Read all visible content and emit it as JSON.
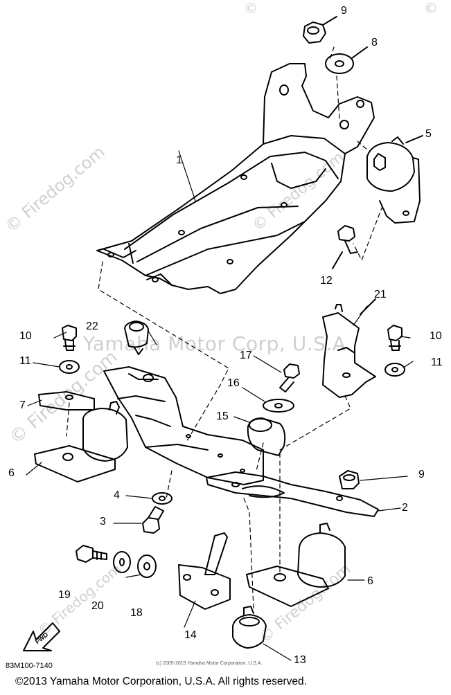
{
  "diagram": {
    "callouts": [
      "9",
      "8",
      "5",
      "1",
      "12",
      "21",
      "10",
      "22",
      "11",
      "17",
      "7",
      "16",
      "15",
      "6",
      "9",
      "4",
      "2",
      "3",
      "19",
      "20",
      "18",
      "14",
      "6",
      "13",
      "10",
      "11"
    ],
    "front_label": "FWD",
    "part_code": "83M100-7140",
    "small_copyright": "(c) 2005-2015 Yamaha Motor Corporation, U.S.A.",
    "footer": "©2013 Yamaha Motor Corporation, U.S.A. All rights reserved.",
    "watermarks": {
      "corp": "Yamaha Motor Corp, U.S.A.",
      "firedog": "© Firedog.com",
      "copyright_mark": "©"
    },
    "colors": {
      "line": "#000000",
      "watermark": "#cfcfcf",
      "background": "#ffffff"
    }
  }
}
